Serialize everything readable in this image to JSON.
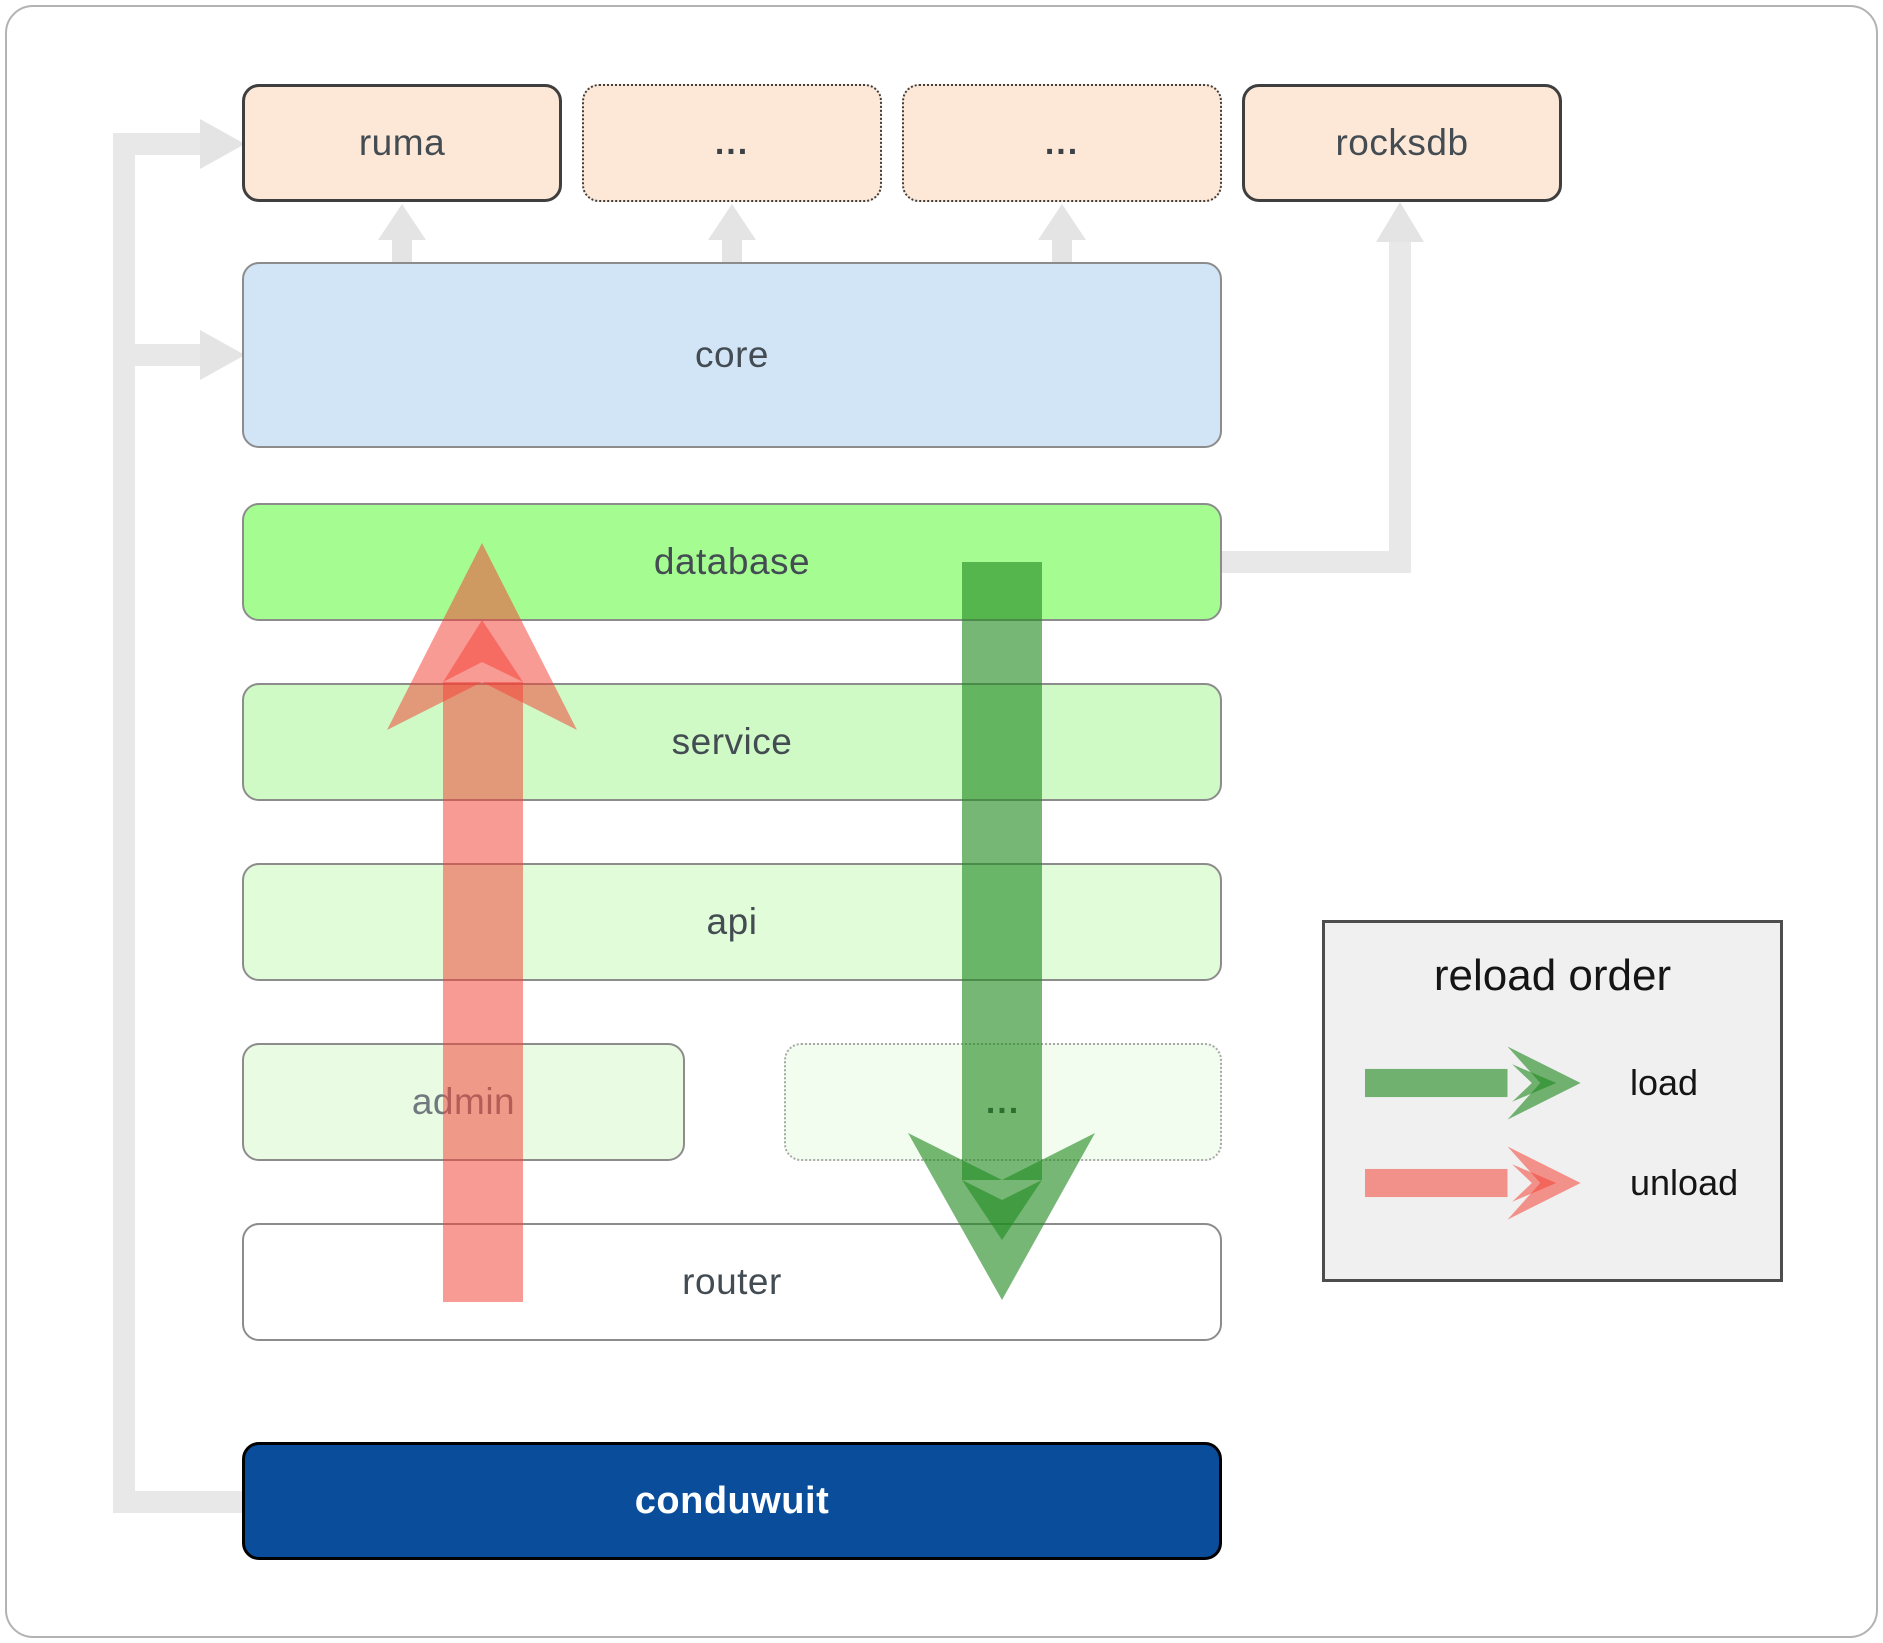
{
  "page": {
    "background": "#ffffff",
    "frame_border_color": "#b3b3b3"
  },
  "colors": {
    "connector": "#e8e8e8",
    "connector_arrow": "#e4e4e4",
    "load": "#228b22",
    "unload": "#f44336",
    "label": "#434c52",
    "admin_label": "#71797e",
    "legend_bg": "#f0f0f0"
  },
  "top_row": [
    {
      "label": "ruma",
      "fill": "#fde7d6",
      "border": "solid"
    },
    {
      "label": "...",
      "fill": "#fde7d6",
      "border": "dotted"
    },
    {
      "label": "...",
      "fill": "#fde7d6",
      "border": "dotted"
    },
    {
      "label": "rocksdb",
      "fill": "#fde7d6",
      "border": "solid"
    }
  ],
  "layers": [
    {
      "label": "core",
      "fill": "#d2e5f7"
    },
    {
      "label": "database",
      "fill": "#a5fd92"
    },
    {
      "label": "service",
      "fill": "#cffac5"
    },
    {
      "label": "api",
      "fill": "#e0fcd9"
    },
    {
      "label": "router",
      "fill": "#ffffff"
    }
  ],
  "admin_row": [
    {
      "label": "admin",
      "fill": "#eafbe3"
    },
    {
      "label": "...",
      "fill": "#f3fdef"
    }
  ],
  "base": {
    "label": "conduwuit",
    "fill": "#0a4d9b",
    "text_color": "#ffffff"
  },
  "legend": {
    "title": "reload order",
    "items": [
      {
        "label": "load",
        "color": "#228b22"
      },
      {
        "label": "unload",
        "color": "#f44336"
      }
    ]
  }
}
